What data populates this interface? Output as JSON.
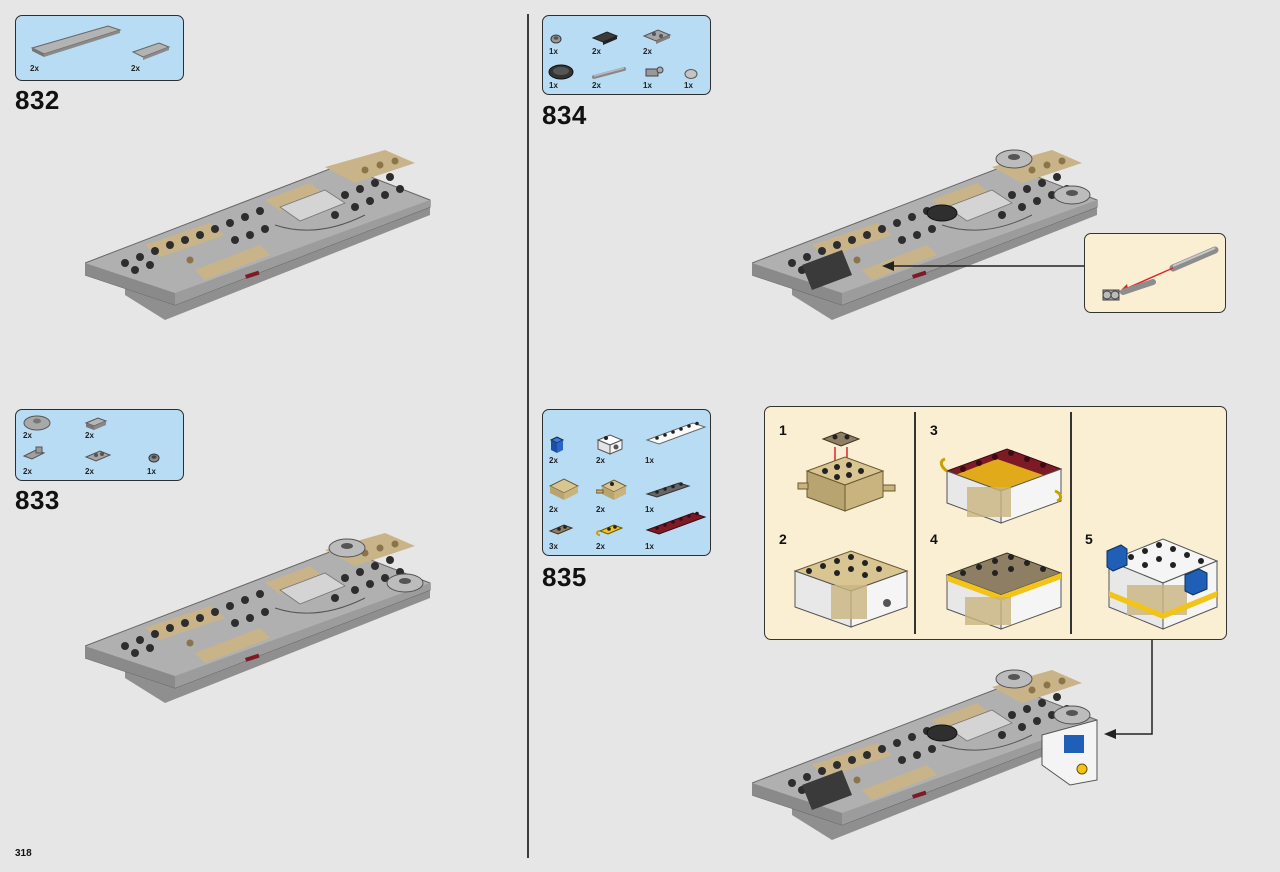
{
  "page": {
    "number": "318"
  },
  "steps": [
    {
      "number": "832",
      "parts": [
        {
          "icon": "long-light-gray-tile",
          "qty": "2x"
        },
        {
          "icon": "short-light-gray-tile",
          "qty": "2x"
        }
      ]
    },
    {
      "number": "833",
      "parts": [
        {
          "icon": "round-gray-plate",
          "qty": "2x"
        },
        {
          "icon": "gray-tile-1x2",
          "qty": "2x"
        },
        {
          "icon": "gray-clip-piece",
          "qty": "2x"
        },
        {
          "icon": "gray-plate-with-clip",
          "qty": "2x"
        },
        {
          "icon": "round-stud-dark",
          "qty": "1x"
        }
      ]
    },
    {
      "number": "834",
      "parts": [
        {
          "icon": "round-stud-gray",
          "qty": "1x"
        },
        {
          "icon": "dark-gray-grille-tile",
          "qty": "2x"
        },
        {
          "icon": "gray-plate-2x2",
          "qty": "2x"
        },
        {
          "icon": "dark-round-disc",
          "qty": "1x"
        },
        {
          "icon": "gray-bar",
          "qty": "2x"
        },
        {
          "icon": "gray-bar-holder",
          "qty": "1x"
        },
        {
          "icon": "round-tile-light",
          "qty": "1x"
        }
      ],
      "callout_icon": "bar-assembly-callout"
    },
    {
      "number": "835",
      "parts": [
        {
          "icon": "blue-brick-1x1",
          "qty": "2x"
        },
        {
          "icon": "white-brick-with-hole",
          "qty": "2x"
        },
        {
          "icon": "white-plate-1x6",
          "qty": "1x"
        },
        {
          "icon": "tan-slope-brick",
          "qty": "2x"
        },
        {
          "icon": "tan-brick-with-pin",
          "qty": "2x"
        },
        {
          "icon": "dark-gray-plate-1x4",
          "qty": "1x"
        },
        {
          "icon": "dark-tan-plate-1x2",
          "qty": "3x"
        },
        {
          "icon": "yellow-plate-with-clip",
          "qty": "2x"
        },
        {
          "icon": "dark-red-plate-1x6",
          "qty": "1x"
        }
      ],
      "substeps": [
        "1",
        "2",
        "3",
        "4",
        "5"
      ]
    }
  ],
  "colors": {
    "background": "#e6e6e6",
    "parts_box": "#b8dcf3",
    "callout_box": "#fbefd3",
    "light_gray": "#a8a8a8",
    "dark_gray": "#333333",
    "tan": "#c9b48a",
    "dark_red": "#7d1a26",
    "blue": "#1f5fb8",
    "yellow": "#f2c419"
  }
}
